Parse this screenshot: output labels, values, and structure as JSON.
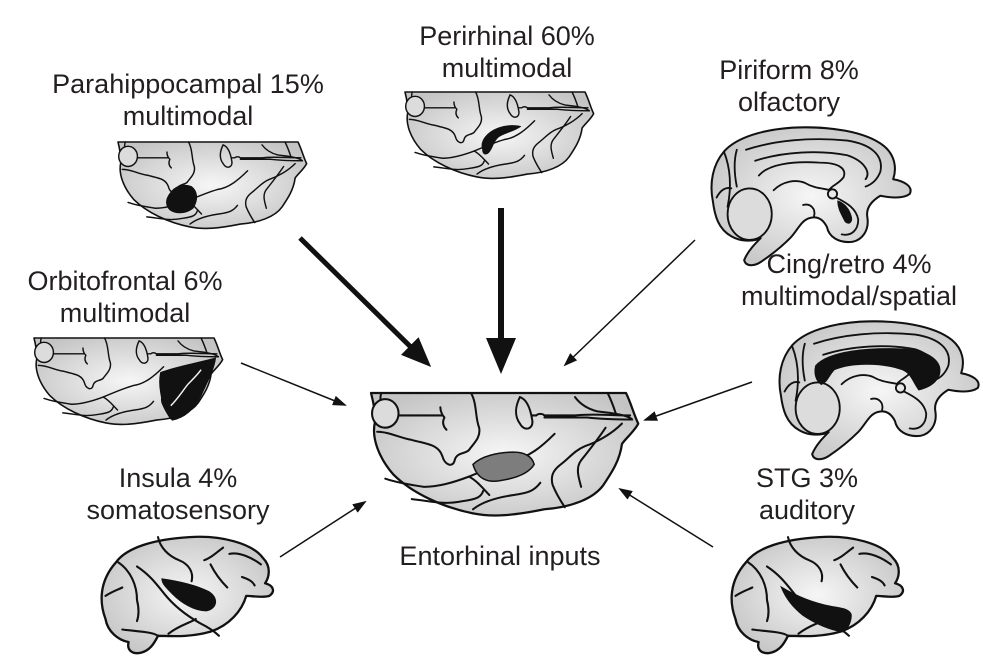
{
  "title": "Entorhinal inputs",
  "target": {
    "label": "Entorhinal inputs",
    "icon": "brain-ventral-view-icon",
    "highlight_color": "#7d7d7d"
  },
  "sources": [
    {
      "id": "parahippocampal",
      "name": "Parahippocampal",
      "percent": "15%",
      "modality": "multimodal",
      "view": "ventral",
      "arrow_weight": "heavy"
    },
    {
      "id": "perirhinal",
      "name": "Perirhinal",
      "percent": "60%",
      "modality": "multimodal",
      "view": "ventral",
      "arrow_weight": "heaviest"
    },
    {
      "id": "piriform",
      "name": "Piriform",
      "percent": "8%",
      "modality": "olfactory",
      "view": "medial",
      "arrow_weight": "thin"
    },
    {
      "id": "orbitofrontal",
      "name": "Orbitofrontal",
      "percent": "6%",
      "modality": "multimodal",
      "view": "ventral",
      "arrow_weight": "thin"
    },
    {
      "id": "cing-retro",
      "name": "Cing/retro",
      "percent": "4%",
      "modality": "multimodal/spatial",
      "view": "medial",
      "arrow_weight": "thin"
    },
    {
      "id": "insula",
      "name": "Insula",
      "percent": "4%",
      "modality": "somatosensory",
      "view": "lateral",
      "arrow_weight": "thin"
    },
    {
      "id": "stg",
      "name": "STG",
      "percent": "3%",
      "modality": "auditory",
      "view": "lateral",
      "arrow_weight": "thin"
    }
  ],
  "labels": {
    "parahippocampal": {
      "line1": "Parahippocampal 15%",
      "line2": "multimodal"
    },
    "perirhinal": {
      "line1": "Perirhinal 60%",
      "line2": "multimodal"
    },
    "piriform": {
      "line1": "Piriform 8%",
      "line2": "olfactory"
    },
    "orbitofrontal": {
      "line1": "Orbitofrontal 6%",
      "line2": "multimodal"
    },
    "cing-retro": {
      "line1": "Cing/retro 4%",
      "line2": "multimodal/spatial"
    },
    "insula": {
      "line1": "Insula 4%",
      "line2": "somatosensory"
    },
    "stg": {
      "line1": "STG 3%",
      "line2": "auditory"
    }
  },
  "colors": {
    "ink": "#111111",
    "highlight": "#111111",
    "target_highlight": "#7d7d7d",
    "brain_light": "#f4f4f4",
    "brain_dark": "#c8c8c8"
  }
}
